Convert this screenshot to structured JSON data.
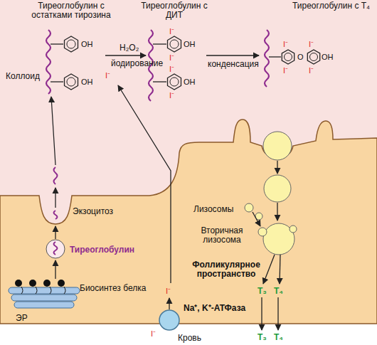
{
  "diagram": {
    "labels": [
      "Тиреоглобулин с остатками тирозина",
      "Тиреоглобулин с ДИТ",
      "Тиреоглобулин с T₄",
      "OH",
      "OH",
      "Коллоид",
      "H₂O₂",
      "йодирование",
      "I⁻",
      "I⁻",
      "OH",
      "I⁻",
      "I⁻",
      "OH",
      "I⁻",
      "конденсация",
      "I⁻",
      "I⁻",
      "O",
      "OH",
      "I⁻",
      "I⁻",
      "Экзоцитоз",
      "Тиреоглобулин",
      "Лизосомы",
      "Вторичная лизосома",
      "Биосинтез белка",
      "Фолликулярное пространство",
      "T₃",
      "T₄",
      "ЭР",
      "I⁻",
      "Na⁺, K⁺-АТФаза",
      "I⁻",
      "Кровь",
      "T₃",
      "T₄"
    ]
  }
}
